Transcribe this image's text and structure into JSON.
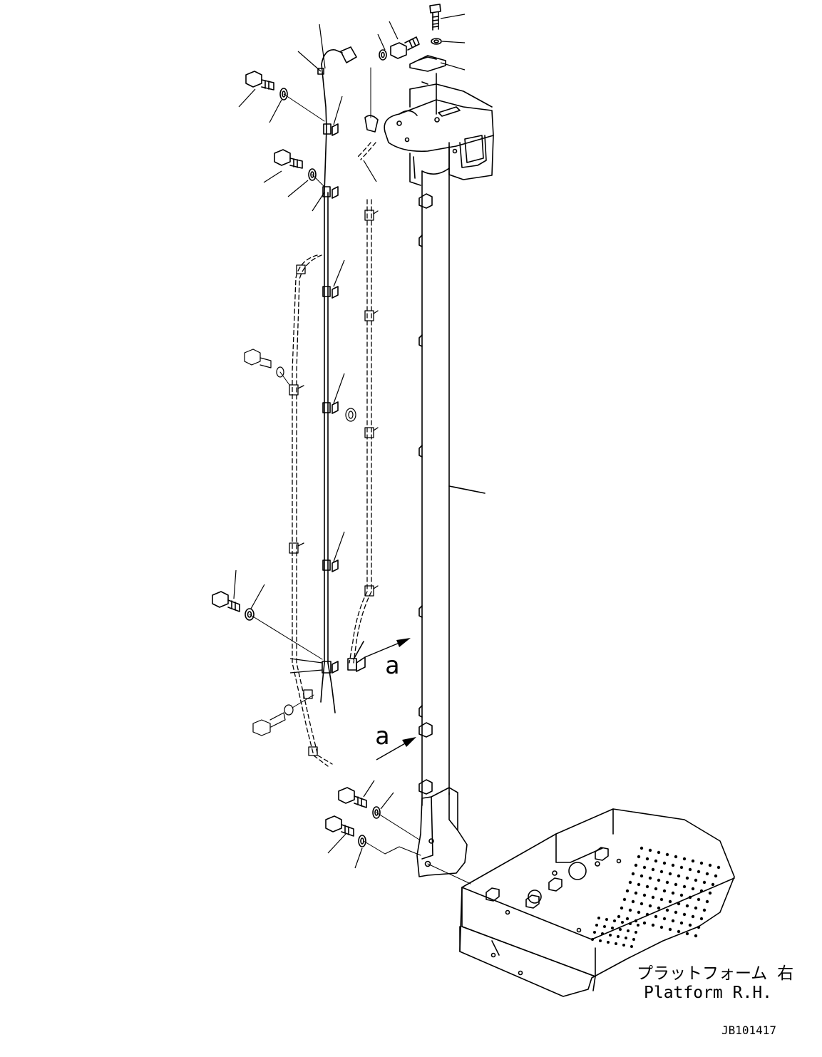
{
  "labels": {
    "view_arrow_upper": "a",
    "view_arrow_lower": "a",
    "platform_jp": "プラットフォーム 右",
    "platform_en": "Platform R.H.",
    "drawing_number": "JB101417"
  },
  "colors": {
    "ink": "#000000",
    "paper": "#ffffff"
  }
}
